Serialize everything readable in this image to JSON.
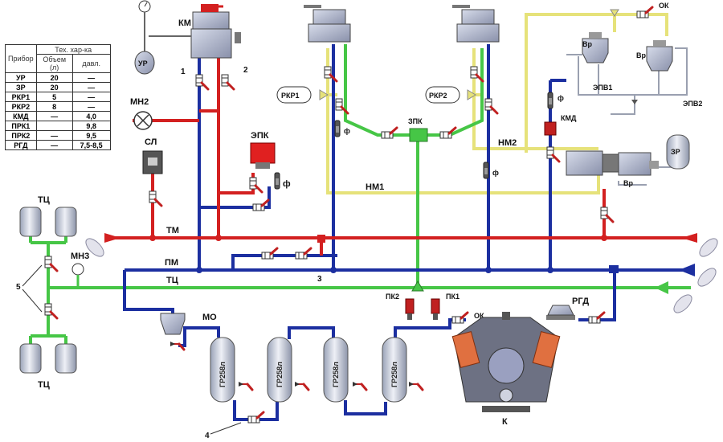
{
  "table": {
    "header_device": "Прибор",
    "header_group": "Тех. хар-ка",
    "header_volume": "Объем (л)",
    "header_pressure": "давл.",
    "rows": [
      {
        "device": "УР",
        "volume": "20",
        "pressure": "—"
      },
      {
        "device": "ЗР",
        "volume": "20",
        "pressure": "—"
      },
      {
        "device": "РКР1",
        "volume": "5",
        "pressure": "—"
      },
      {
        "device": "РКР2",
        "volume": "8",
        "pressure": "—"
      },
      {
        "device": "КМД",
        "volume": "—",
        "pressure": "4,0"
      },
      {
        "device": "ПРК1",
        "volume": "",
        "pressure": "9,8"
      },
      {
        "device": "ПРК2",
        "volume": "—",
        "pressure": "9,5"
      },
      {
        "device": "РГД",
        "volume": "—",
        "pressure": "7,5-8,5"
      }
    ]
  },
  "labels": {
    "km": "КМ",
    "ur": "УР",
    "mn2": "МН2",
    "sl": "СЛ",
    "epk": "ЭПК",
    "f": "ф",
    "rkr1": "РКР1",
    "rkr2": "РКР2",
    "zpk": "ЗПК",
    "nm1": "НМ1",
    "nm2": "НМ2",
    "ok": "ОК",
    "vr": "Вр",
    "epv1": "ЭПВ1",
    "epv2": "ЭПВ2",
    "kmd": "КМД",
    "zr": "ЗР",
    "tm": "ТМ",
    "pm": "ПМ",
    "tc": "ТЦ",
    "mn3": "МН3",
    "mo": "МО",
    "pk2": "ПК2",
    "pk1": "ПК1",
    "rgd": "РГД",
    "k": "К",
    "gr": "ГР258л",
    "n1": "1",
    "n2": "2",
    "n3": "3",
    "n4": "4",
    "n5": "5"
  },
  "colors": {
    "tm_line": "#d32020",
    "pm_line": "#1c2fa0",
    "tc_line": "#46c646",
    "yellow_line": "#e6e27a",
    "aux_line": "#9aa0b0",
    "device_body": "#b8bfd6",
    "epk_red": "#e02020"
  }
}
